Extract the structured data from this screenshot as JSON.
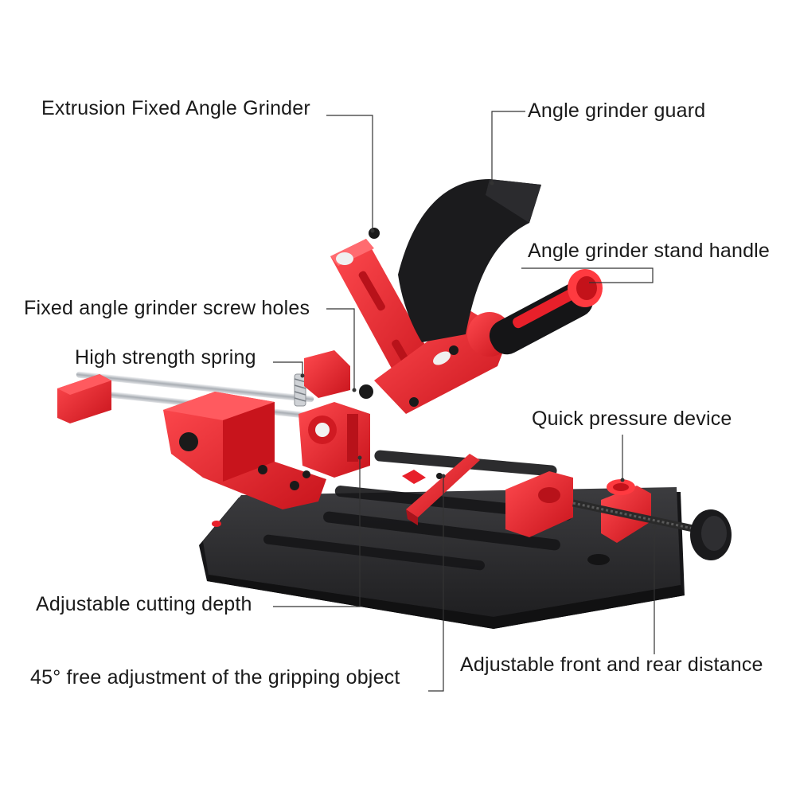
{
  "labels": {
    "extrusion_fixed": "Extrusion Fixed Angle Grinder",
    "guard": "Angle grinder guard",
    "handle": "Angle grinder stand handle",
    "screw_holes": "Fixed angle grinder screw holes",
    "spring": "High strength spring",
    "quick_pressure": "Quick pressure device",
    "cutting_depth": "Adjustable cutting depth",
    "gripping": "45° free adjustment of the gripping object",
    "front_rear": "Adjustable front and rear distance"
  },
  "colors": {
    "body_red": "#e8202a",
    "dark_red": "#a8141c",
    "base_black": "#2e2e30",
    "guard_black": "#1c1c1e",
    "steel": "#c9cdd2"
  }
}
